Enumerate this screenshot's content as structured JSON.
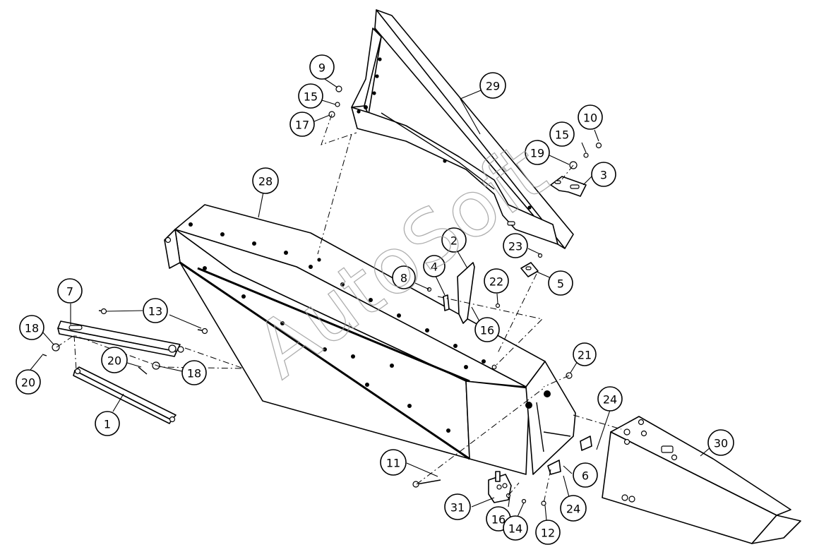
{
  "watermark": "AutoSoft",
  "callouts": [
    {
      "id": "c29",
      "label": "29"
    },
    {
      "id": "c9",
      "label": "9"
    },
    {
      "id": "c15a",
      "label": "15"
    },
    {
      "id": "c17",
      "label": "17"
    },
    {
      "id": "c10",
      "label": "10"
    },
    {
      "id": "c15b",
      "label": "15"
    },
    {
      "id": "c19",
      "label": "19"
    },
    {
      "id": "c3",
      "label": "3"
    },
    {
      "id": "c28",
      "label": "28"
    },
    {
      "id": "c2",
      "label": "2"
    },
    {
      "id": "c23",
      "label": "23"
    },
    {
      "id": "c4",
      "label": "4"
    },
    {
      "id": "c8",
      "label": "8"
    },
    {
      "id": "c5",
      "label": "5"
    },
    {
      "id": "c22",
      "label": "22"
    },
    {
      "id": "c16a",
      "label": "16"
    },
    {
      "id": "c7",
      "label": "7"
    },
    {
      "id": "c13",
      "label": "13"
    },
    {
      "id": "c18a",
      "label": "18"
    },
    {
      "id": "c20a",
      "label": "20"
    },
    {
      "id": "c20b",
      "label": "20"
    },
    {
      "id": "c18b",
      "label": "18"
    },
    {
      "id": "c1",
      "label": "1"
    },
    {
      "id": "c21",
      "label": "21"
    },
    {
      "id": "c24a",
      "label": "24"
    },
    {
      "id": "c30",
      "label": "30"
    },
    {
      "id": "c11",
      "label": "11"
    },
    {
      "id": "c6",
      "label": "6"
    },
    {
      "id": "c24b",
      "label": "24"
    },
    {
      "id": "c31",
      "label": "31"
    },
    {
      "id": "c16b",
      "label": "16"
    },
    {
      "id": "c14",
      "label": "14"
    },
    {
      "id": "c12",
      "label": "12"
    }
  ]
}
